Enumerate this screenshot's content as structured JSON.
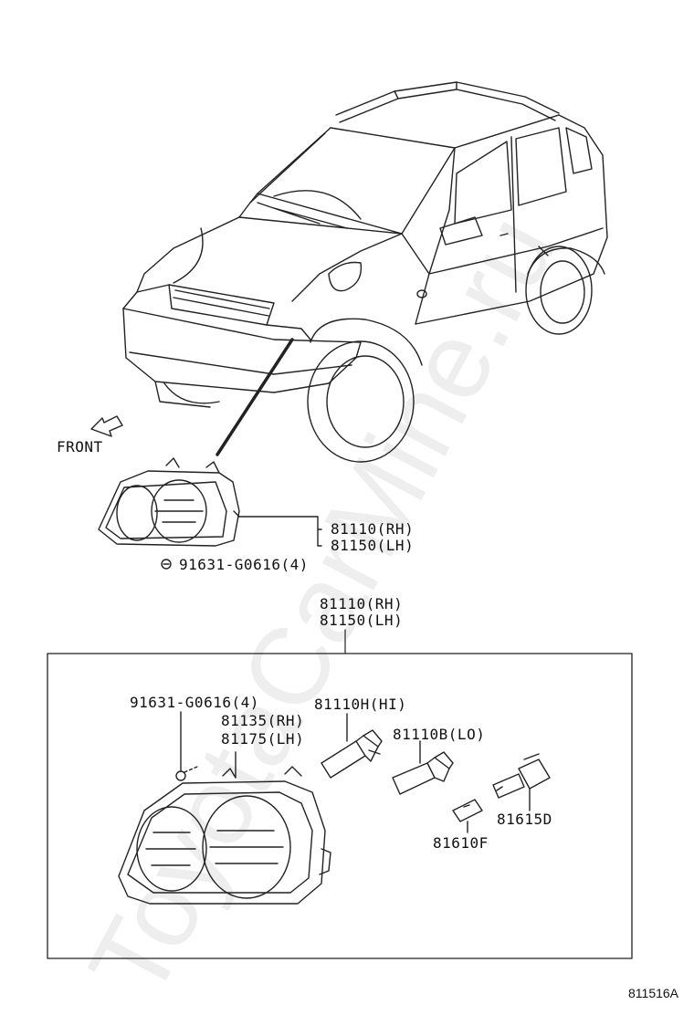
{
  "watermark": "ToyotaCarMine.ru",
  "labels": {
    "front": "FRONT",
    "top_part_rh": "81110(RH)",
    "top_part_lh": "81150(LH)",
    "top_screw": "91631-G0616(4)",
    "assy_part_rh": "81110(RH)",
    "assy_part_lh": "81150(LH)",
    "screw": "91631-G0616(4)",
    "bulb_hi": "81110H(HI)",
    "bulb_lo": "81110B(LO)",
    "housing_rh": "81135(RH)",
    "housing_lh": "81175(LH)",
    "socket_d": "81615D",
    "socket_f": "81610F",
    "diagram_id": "811516A"
  },
  "icons": {
    "front_arrow": "front-arrow-icon",
    "screw_symbol": "screw-symbol-icon"
  }
}
